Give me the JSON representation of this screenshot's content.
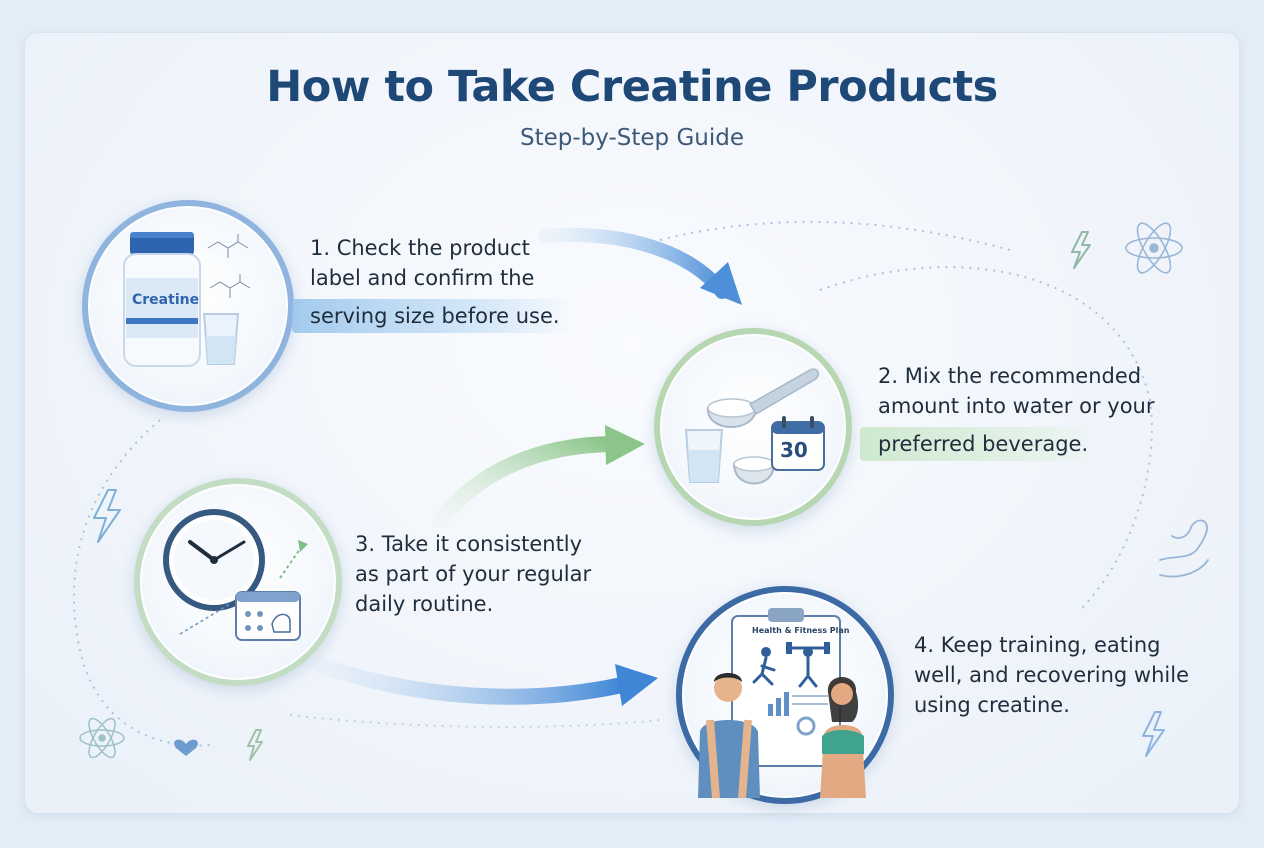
{
  "title": "How to Take Creatine Products",
  "subtitle": "Step-by-Step Guide",
  "steps": [
    {
      "lines": [
        "1. Check the product",
        "label and confirm the"
      ],
      "highlight": "serving size before use."
    },
    {
      "lines": [
        "2. Mix the recommended",
        "amount into water or your"
      ],
      "highlight": "preferred beverage."
    },
    {
      "lines": [
        "3. Take it consistently",
        "as part of your regular",
        "daily routine."
      ]
    },
    {
      "lines": [
        "4. Keep training, eating",
        "well, and recovering while",
        "using creatine."
      ]
    }
  ],
  "illustrations": {
    "jar_label": "Creatine",
    "calendar_number": "30",
    "plan_title": "Health & Fitness Plan"
  },
  "colors": {
    "title": "#1e4977",
    "accent_blue": "#8fb5df",
    "accent_green": "#b7d6b2",
    "dark_blue": "#3c6aa4"
  },
  "icons": [
    "atom-icon",
    "lightning-icon",
    "biceps-icon",
    "heart-icon"
  ]
}
